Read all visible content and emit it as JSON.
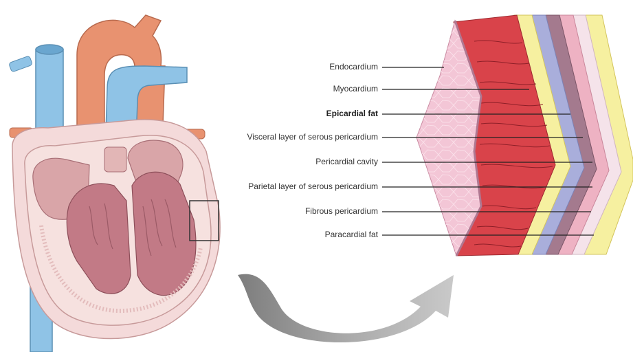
{
  "labels": [
    {
      "text": "Endocardium",
      "bold": false
    },
    {
      "text": "Myocardium",
      "bold": false
    },
    {
      "text": "Epicardial fat",
      "bold": true
    },
    {
      "text": "Visceral layer of serous pericardium",
      "bold": false
    },
    {
      "text": "Pericardial cavity",
      "bold": false
    },
    {
      "text": "Parietal layer of serous pericardium",
      "bold": false
    },
    {
      "text": "Fibrous pericardium",
      "bold": false
    },
    {
      "text": "Paracardial fat",
      "bold": false
    }
  ],
  "colors": {
    "vein_blue": "#8fc3e6",
    "aorta_orange": "#e89270",
    "pericardium_pink": "#f4dada",
    "muscle_mauve": "#c27a86",
    "myocardium_red": "#d9434a",
    "endocardium_pink": "#f3c6d6",
    "fat_yellow": "#f6f0a0",
    "visceral_blue": "#a9aedb",
    "cavity_mauve": "#a47a8e",
    "arrow_gray": "#9a9a9a"
  }
}
